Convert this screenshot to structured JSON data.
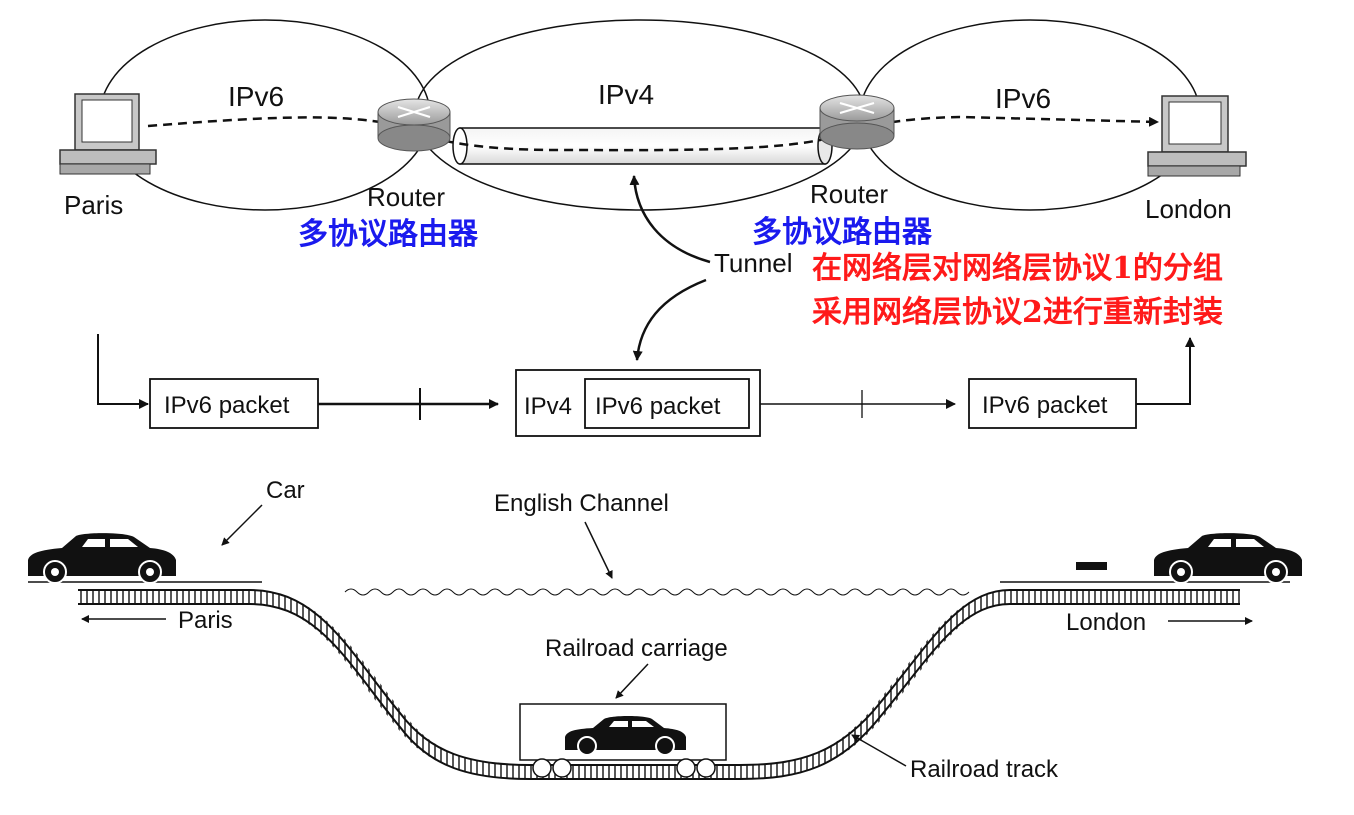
{
  "network": {
    "cloud_left": "IPv6",
    "cloud_middle": "IPv4",
    "cloud_right": "IPv6",
    "host_left": "Paris",
    "host_right": "London",
    "router_left": "Router",
    "router_right": "Router",
    "router_left_cn": "多协议路由器",
    "router_right_cn": "多协议路由器",
    "tunnel": "Tunnel",
    "note_line1": "在网络层对网络层协议1的分组",
    "note_line2": "采用网络层协议2进行重新封装"
  },
  "packets": {
    "left": "IPv6 packet",
    "middle_outer": "IPv4",
    "middle_inner": "IPv6 packet",
    "right": "IPv6 packet"
  },
  "analogy": {
    "car": "Car",
    "channel": "English Channel",
    "paris": "Paris",
    "london": "London",
    "carriage": "Railroad carriage",
    "track": "Railroad track"
  },
  "colors": {
    "note": "#ff1a1a",
    "router_cn": "#1a1aee",
    "ink": "#111111"
  }
}
